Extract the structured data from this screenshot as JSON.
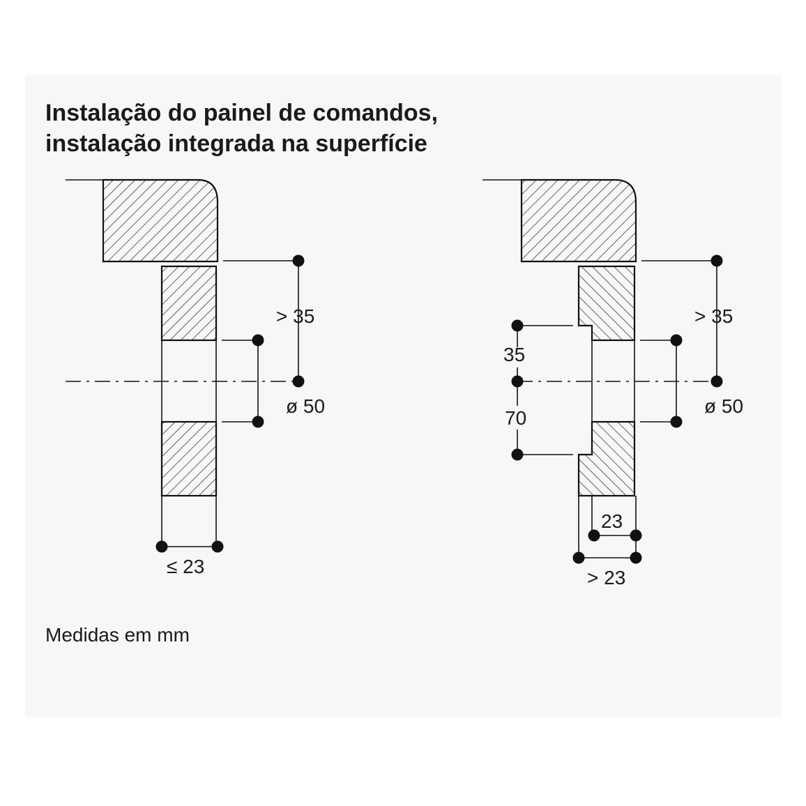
{
  "title": {
    "line1": "Instalação do painel de comandos,",
    "line2": "instalação integrada na superfície"
  },
  "note": "Medidas em mm",
  "colors": {
    "background": "#ffffff",
    "panel": "#f7f7f7",
    "ink": "#111111"
  },
  "left_diagram": {
    "dim_height": "> 35",
    "dim_diameter": "ø 50",
    "dim_thickness": "≤ 23"
  },
  "right_diagram": {
    "dim_height": "> 35",
    "dim_upper": "35",
    "dim_lower": "70",
    "dim_diameter": "ø 50",
    "dim_inner": "23",
    "dim_thickness": "> 23"
  }
}
